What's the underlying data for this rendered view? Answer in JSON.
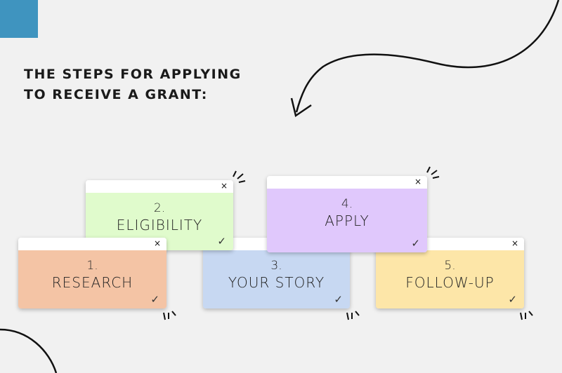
{
  "title_lines": [
    "THE STEPS FOR APPLYING",
    "TO RECEIVE A GRANT:"
  ],
  "steps": [
    {
      "number": "1.",
      "label": "RESEARCH",
      "color": "#f4c4a5"
    },
    {
      "number": "2.",
      "label": "ELIGIBILITY",
      "color": "#e0fbcc"
    },
    {
      "number": "3.",
      "label": "YOUR STORY",
      "color": "#c7d8f2"
    },
    {
      "number": "4.",
      "label": "APPLY",
      "color": "#e0c8fc"
    },
    {
      "number": "5.",
      "label": "FOLLOW-UP",
      "color": "#fde6a8"
    }
  ],
  "close_glyph": "×",
  "check_glyph": "✓"
}
